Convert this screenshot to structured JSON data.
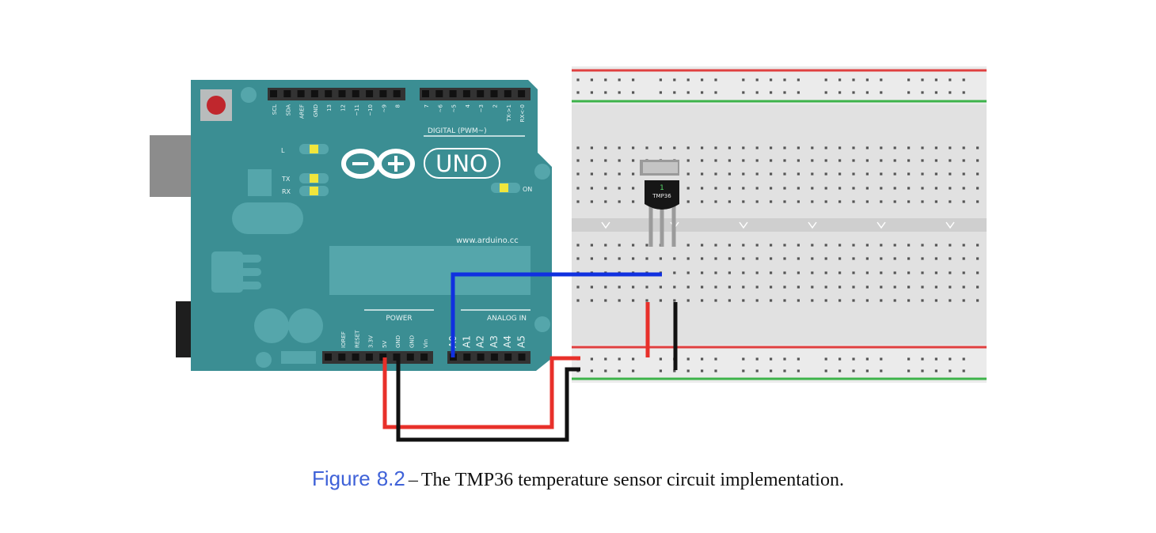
{
  "caption": {
    "figure_label": "Figure",
    "figure_number": "8.2",
    "dash": "–",
    "text": "The TMP36 temperature sensor circuit implementation."
  },
  "arduino": {
    "logo_text": "UNO",
    "website": "www.arduino.cc",
    "digital_label": "DIGITAL (PWM~)",
    "power_label": "POWER",
    "analog_label": "ANALOG IN",
    "led_l": "L",
    "led_tx": "TX",
    "led_rx": "RX",
    "led_on": "ON",
    "digital_pins_left": [
      "SCL",
      "SDA",
      "AREF",
      "GND",
      "13",
      "12",
      "~11",
      "~10",
      "~9",
      "8"
    ],
    "digital_pins_right": [
      "7",
      "~6",
      "~5",
      "4",
      "~3",
      "2",
      "TX->1",
      "RX<-0"
    ],
    "power_pins": [
      "IOREF",
      "RESET",
      "3.3V",
      "5V",
      "GND",
      "GND",
      "Vin"
    ],
    "analog_pins": [
      "A0",
      "A1",
      "A2",
      "A3",
      "A4",
      "A5"
    ]
  },
  "sensor": {
    "label": "TMP36",
    "pin_marking": "1"
  },
  "colors": {
    "board": "#3b8e93",
    "wire_red": "#e8302a",
    "wire_black": "#111111",
    "wire_blue": "#1030e0",
    "rail_red": "#e04040",
    "rail_green": "#3db34a",
    "caption_blue": "#3f62d8"
  }
}
